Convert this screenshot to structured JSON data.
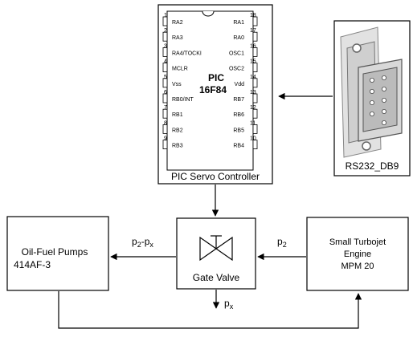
{
  "pic": {
    "chip_name_line1": "PIC",
    "chip_name_line2": "16F84",
    "caption": "PIC Servo Controller",
    "left_pins": [
      {
        "num": "1",
        "label": "RA2"
      },
      {
        "num": "2",
        "label": "RA3"
      },
      {
        "num": "3",
        "label": "RA4/TOCKI"
      },
      {
        "num": "4",
        "label": "MCLR"
      },
      {
        "num": "5",
        "label": "Vss"
      },
      {
        "num": "6",
        "label": "RB0/INT"
      },
      {
        "num": "7",
        "label": "RB1"
      },
      {
        "num": "8",
        "label": "RB2"
      },
      {
        "num": "9",
        "label": "RB3"
      }
    ],
    "right_pins": [
      {
        "num": "18",
        "label": "RA1"
      },
      {
        "num": "17",
        "label": "RA0"
      },
      {
        "num": "16",
        "label": "OSC1"
      },
      {
        "num": "15",
        "label": "OSC2"
      },
      {
        "num": "14",
        "label": "Vdd"
      },
      {
        "num": "13",
        "label": "RB7"
      },
      {
        "num": "12",
        "label": "RB6"
      },
      {
        "num": "11",
        "label": "RB5"
      },
      {
        "num": "10",
        "label": "RB4"
      }
    ]
  },
  "rs232": {
    "caption": "RS232_DB9"
  },
  "pumps": {
    "line1": "Oil-Fuel Pumps",
    "line2": "414AF-3"
  },
  "valve": {
    "caption": "Gate Valve"
  },
  "engine": {
    "line1": "Small Turbojet",
    "line2": "Engine",
    "line3": "MPM 20"
  },
  "signals": {
    "p2": {
      "base": "p",
      "sub": "2"
    },
    "p2_minus_px": {
      "base1": "p",
      "sub1": "2",
      "op": "-p",
      "sub2": "x"
    },
    "px": {
      "base": "p",
      "sub": "x"
    }
  }
}
